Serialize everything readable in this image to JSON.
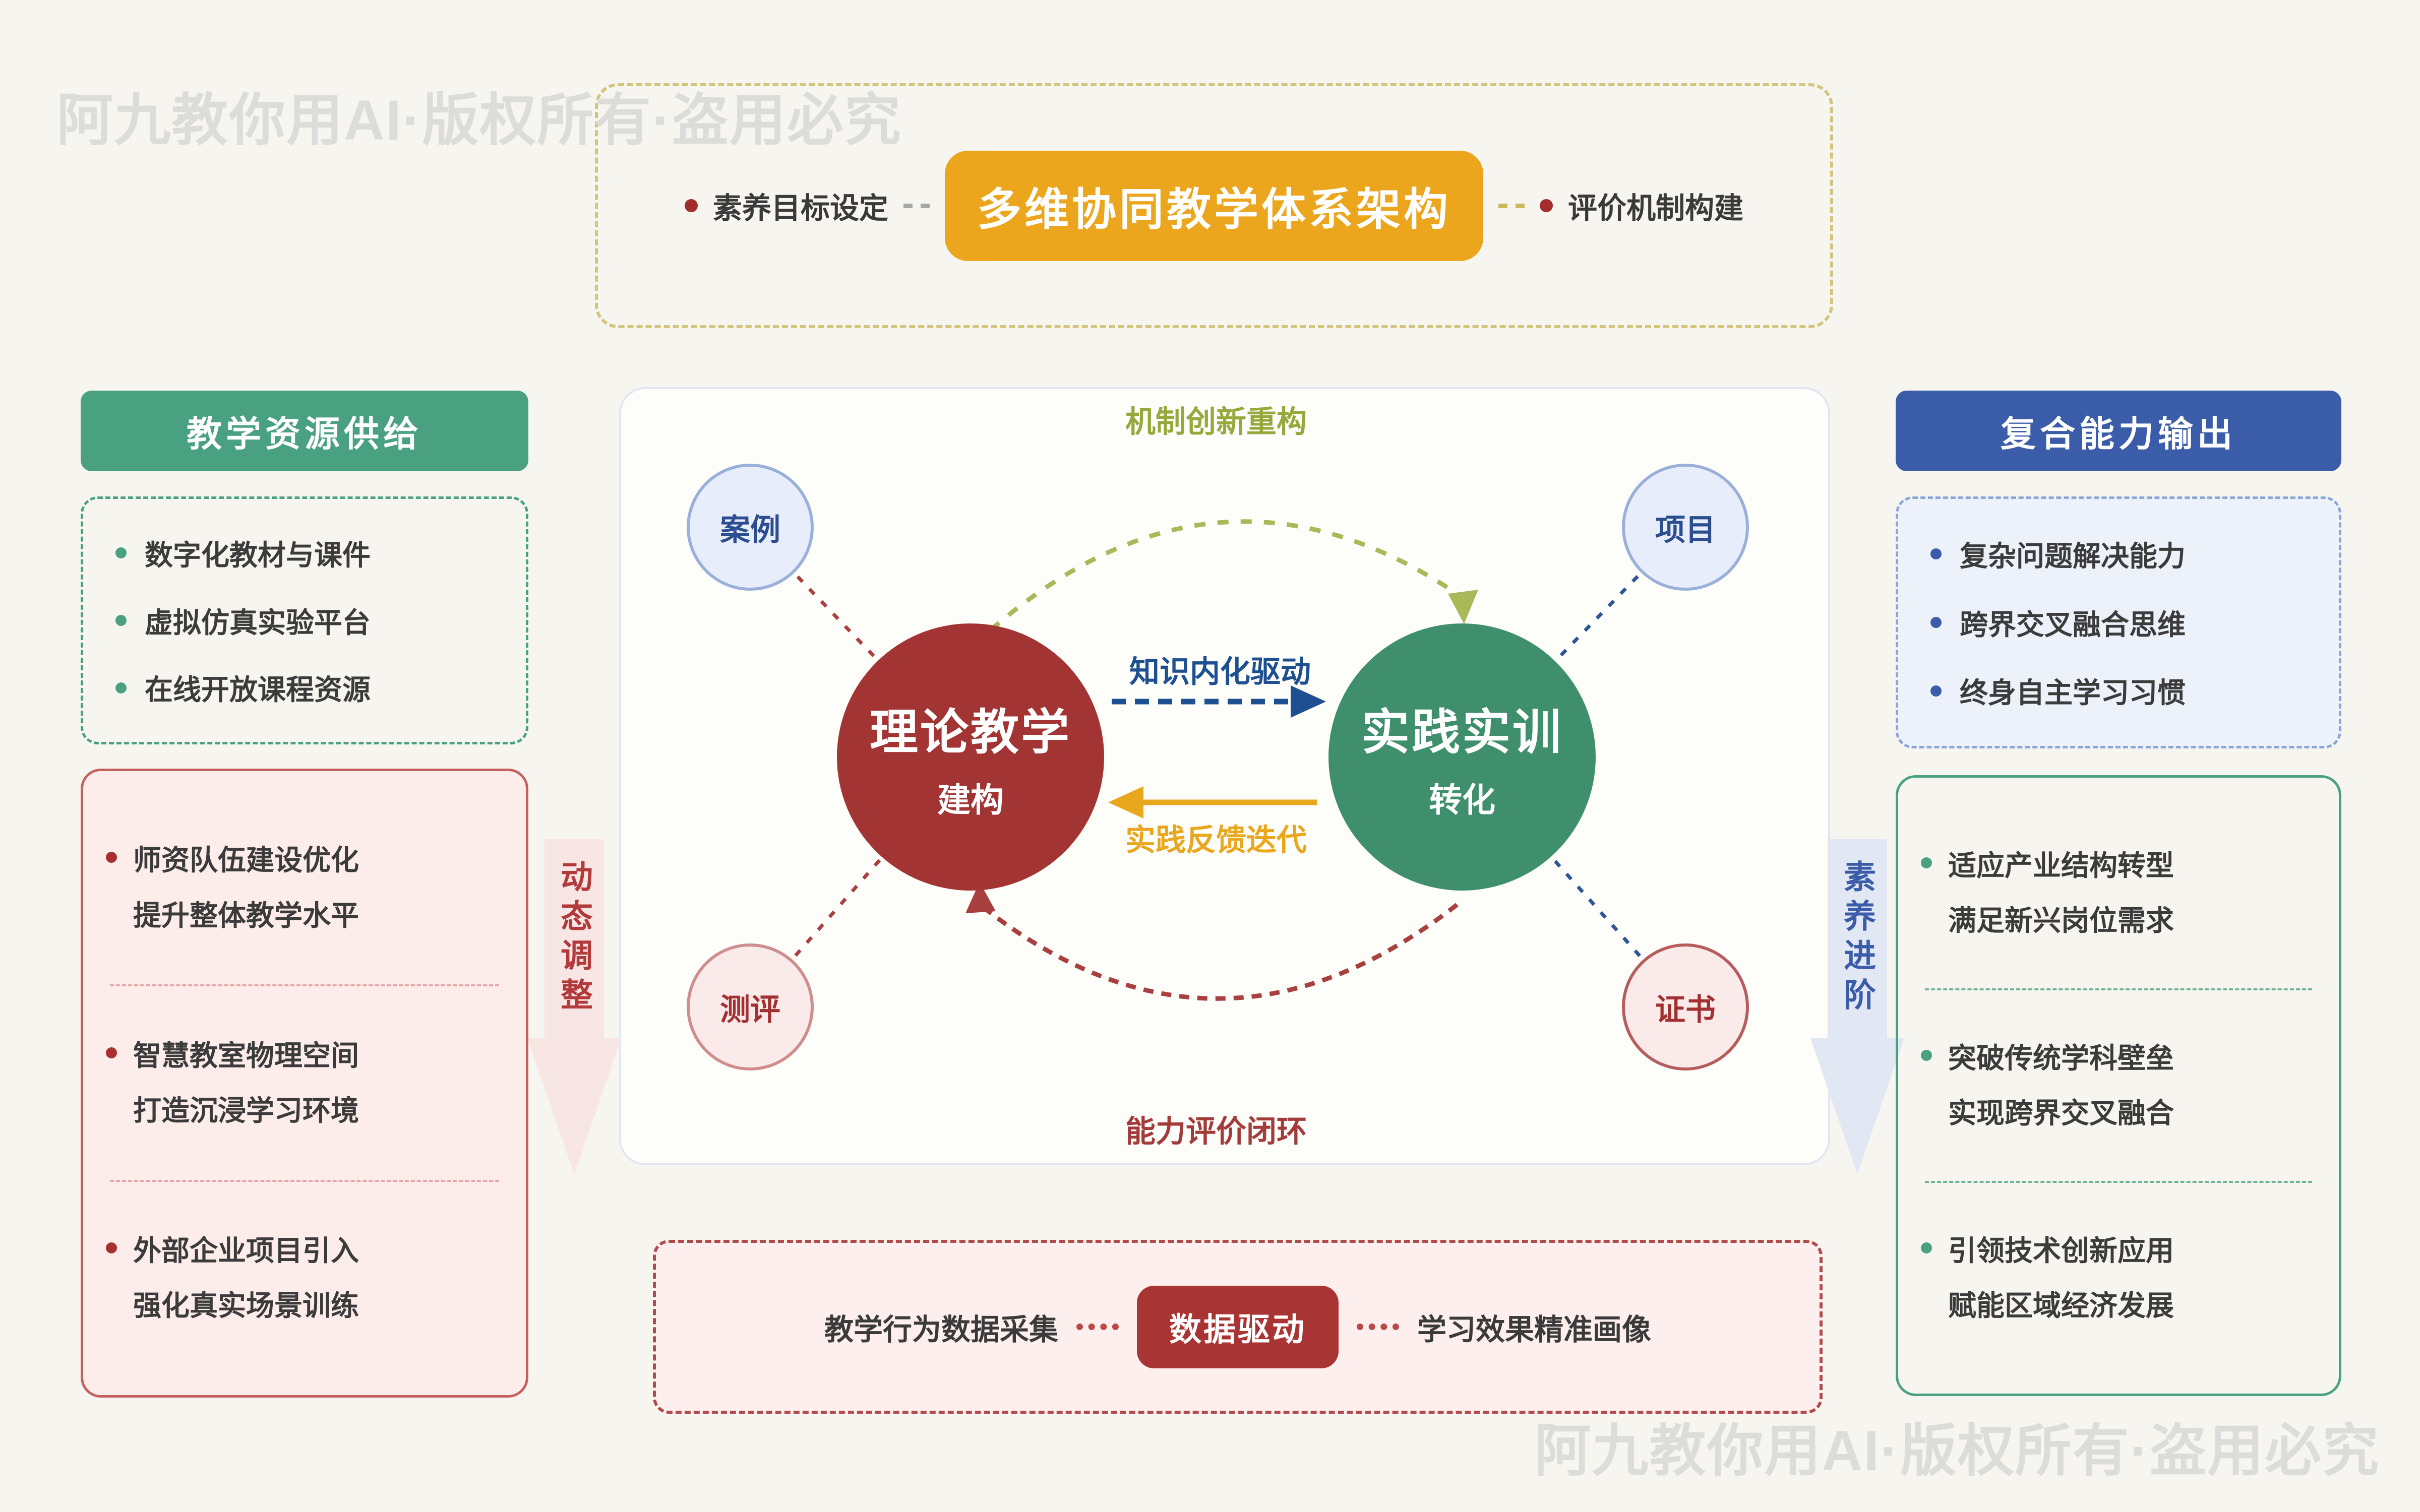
{
  "watermark": {
    "text": "阿九教你用AI·版权所有·盗用必究",
    "color": "#dcdcda"
  },
  "top_banner": {
    "left_item": "素养目标设定",
    "title": "多维协同教学体系架构",
    "right_item": "评价机制构建",
    "title_bg": "#eba61e",
    "border_color": "#d2c57c"
  },
  "left_column": {
    "header": "教学资源供给",
    "header_bg": "#4aa181",
    "resources": [
      "数字化教材与课件",
      "虚拟仿真实验平台",
      "在线开放课程资源"
    ],
    "measures": [
      {
        "line1": "师资队伍建设优化",
        "line2": "提升整体教学水平"
      },
      {
        "line1": "智慧教室物理空间",
        "line2": "打造沉浸学习环境"
      },
      {
        "line1": "外部企业项目引入",
        "line2": "强化真实场景训练"
      }
    ]
  },
  "right_column": {
    "header": "复合能力输出",
    "header_bg": "#3a5ca9",
    "abilities": [
      "复杂问题解决能力",
      "跨界交叉融合思维",
      "终身自主学习习惯"
    ],
    "outcomes": [
      {
        "line1": "适应产业结构转型",
        "line2": "满足新兴岗位需求"
      },
      {
        "line1": "突破传统学科壁垒",
        "line2": "实现跨界交叉融合"
      },
      {
        "line1": "引领技术创新应用",
        "line2": "赋能区域经济发展"
      }
    ]
  },
  "side_arrows": {
    "left_label": "动态调整",
    "right_label": "素养进阶"
  },
  "diagram": {
    "top_loop_label": "机制创新重构",
    "bottom_loop_label": "能力评价闭环",
    "forward_label": "知识内化驱动",
    "backward_label": "实践反馈迭代",
    "theory_circle": {
      "title": "理论教学",
      "subtitle": "建构",
      "color": "#a23434"
    },
    "practice_circle": {
      "title": "实践实训",
      "subtitle": "转化",
      "color": "#3f8f6d"
    },
    "satellites": {
      "case": "案例",
      "project": "项目",
      "assessment": "测评",
      "certificate": "证书"
    }
  },
  "bottom_banner": {
    "left_item": "教学行为数据采集",
    "title": "数据驱动",
    "right_item": "学习效果精准画像",
    "title_bg": "#a93434"
  },
  "colors": {
    "background": "#f6f5ef",
    "accent_orange": "#eba61e",
    "accent_deep_red": "#a23434",
    "accent_green": "#3f8f6d",
    "accent_teal_green": "#4aa181",
    "accent_blue": "#3a5ca9",
    "navy_text": "#1d4f91",
    "olive_text": "#95a93d"
  }
}
